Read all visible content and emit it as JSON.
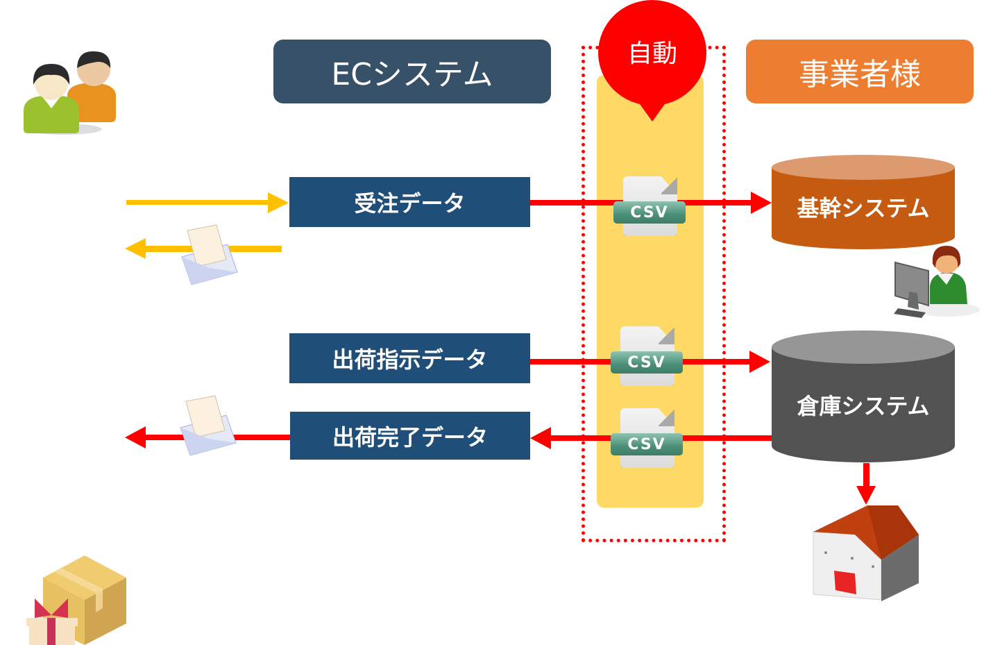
{
  "headers": {
    "ec_system": "ECシステム",
    "auto": "自動",
    "business": "事業者様"
  },
  "data_boxes": {
    "order_data": "受注データ",
    "shipping_instruction": "出荷指示データ",
    "shipping_complete": "出荷完了データ"
  },
  "csv_files": [
    "CSV",
    "CSV",
    "CSV"
  ],
  "systems": {
    "core_system": "基幹システム",
    "warehouse_system": "倉庫システム"
  },
  "icons": {
    "customers": "customers-icon",
    "mail": "mail-icon",
    "operator": "operator-at-computer-icon",
    "warehouse": "warehouse-icon",
    "package": "package-gift-icon"
  },
  "colors": {
    "ec_header": "#375169",
    "business_header": "#ed7d31",
    "auto_bubble": "#ff0000",
    "data_box": "#1f4e79",
    "automation_lane": "#ffd966",
    "core_system": "#c55a11",
    "warehouse_system": "#525252",
    "customer_arrow": "#ffc000",
    "data_arrow": "#ff0000"
  }
}
